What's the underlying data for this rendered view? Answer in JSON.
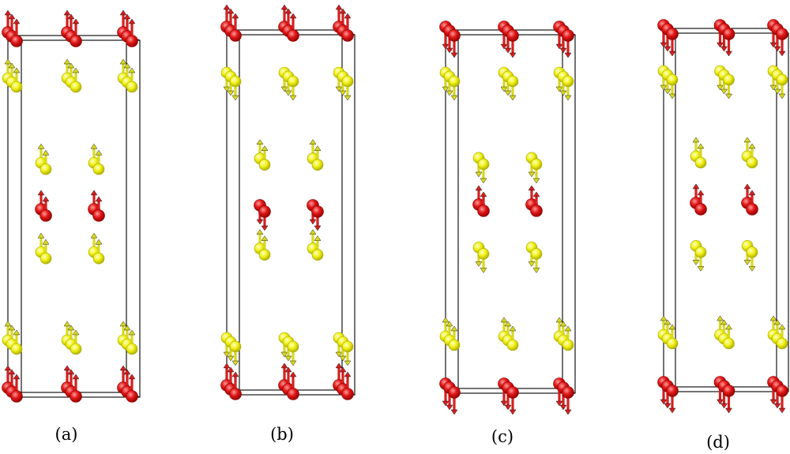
{
  "figure": {
    "panels": [
      {
        "id": "a",
        "label": "(a)",
        "red_planes": [
          "up",
          "up",
          "up"
        ],
        "yellow_planes": [
          "up",
          "up",
          "up",
          "up"
        ]
      },
      {
        "id": "b",
        "label": "(b)",
        "red_planes": [
          "up",
          "down",
          "up"
        ],
        "yellow_planes": [
          "down",
          "up",
          "up",
          "down"
        ]
      },
      {
        "id": "c",
        "label": "(c)",
        "red_planes": [
          "down",
          "up",
          "down"
        ],
        "yellow_planes": [
          "down",
          "down",
          "down",
          "up"
        ]
      },
      {
        "id": "d",
        "label": "(d)",
        "red_planes": [
          "down",
          "up",
          "down"
        ],
        "yellow_planes": [
          "down",
          "up",
          "down",
          "up"
        ]
      }
    ],
    "colors": {
      "red_atom": "#e01818",
      "red_atom_dark": "#8e0000",
      "red_arrow": "#d42020",
      "yellow_atom": "#f2f21a",
      "yellow_atom_dark": "#a8a800",
      "yellow_arrow": "#d8d820",
      "cell_line": "#000000"
    }
  }
}
